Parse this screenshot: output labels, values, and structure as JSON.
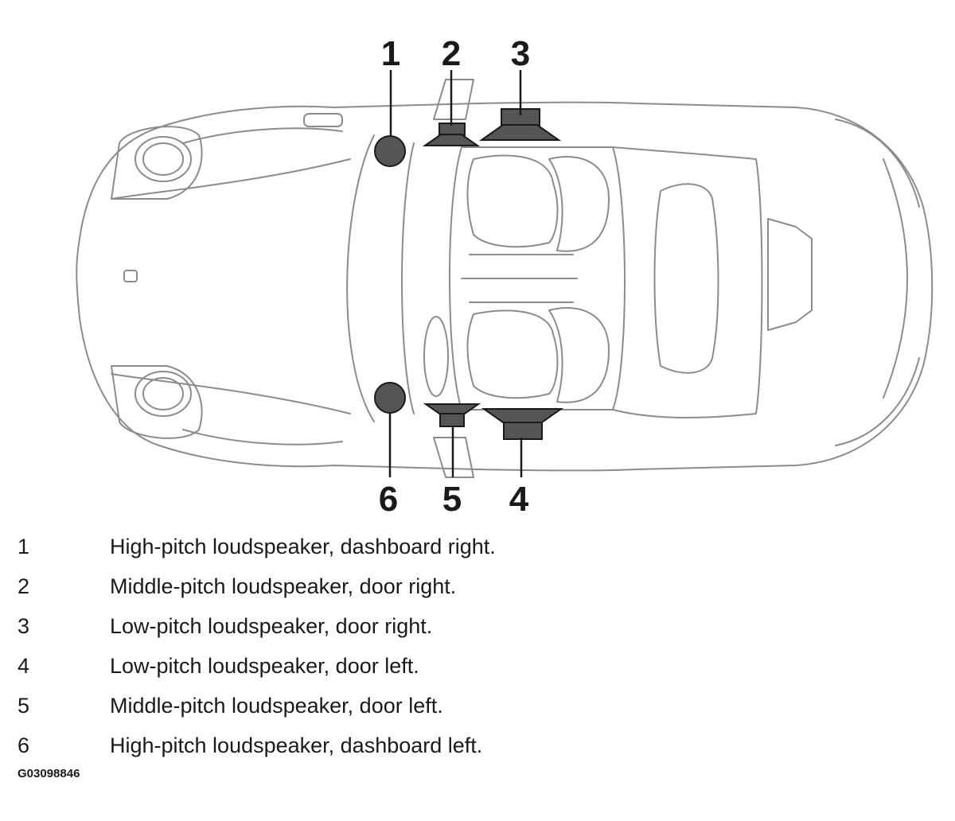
{
  "diagram": {
    "callouts": [
      "1",
      "2",
      "3",
      "4",
      "5",
      "6"
    ]
  },
  "legend": [
    {
      "num": "1",
      "text": "High-pitch loudspeaker, dashboard right."
    },
    {
      "num": "2",
      "text": "Middle-pitch loudspeaker, door right."
    },
    {
      "num": "3",
      "text": "Low-pitch loudspeaker, door right."
    },
    {
      "num": "4",
      "text": "Low-pitch loudspeaker, door left."
    },
    {
      "num": "5",
      "text": "Middle-pitch loudspeaker, door left."
    },
    {
      "num": "6",
      "text": "High-pitch loudspeaker, dashboard left."
    }
  ],
  "figure_code": "G03098846",
  "colors": {
    "speaker_fill": "#555555",
    "car_outline": "#8c8c8c",
    "text": "#1a1a1a"
  }
}
